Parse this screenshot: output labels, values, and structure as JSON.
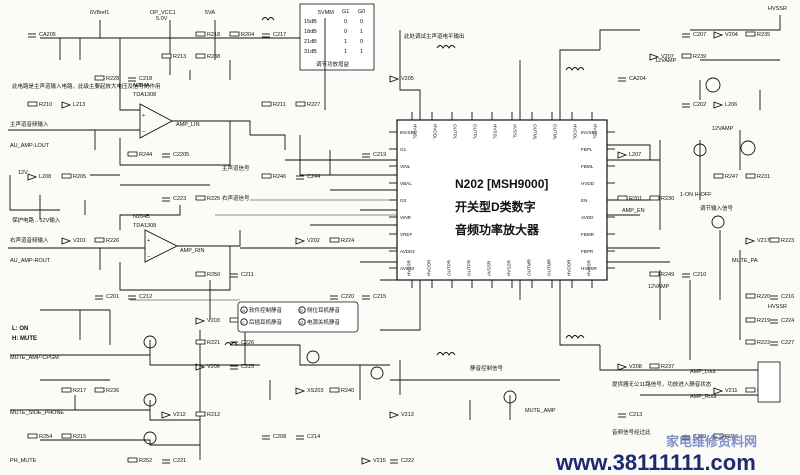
{
  "chip": {
    "ref": "N202 [MSH9000]",
    "title1": "开关型D类数字",
    "title2": "音频功率放大器",
    "left_pins": [
      "INVSEL",
      "G1",
      "VINL",
      "VBAL",
      "G0",
      "VINR",
      "VREF",
      "AVDD2",
      "AVSS2"
    ],
    "right_pins": [
      "INVSEL",
      "FBPL",
      "FBML",
      "HVDD",
      "EN",
      "AVDD",
      "FBMR",
      "FBPR",
      "HVSSR"
    ],
    "top_pins": [
      "HVSSL",
      "HVDDL",
      "OUTPL",
      "OUTPL",
      "HVSSL",
      "AVSSL",
      "OUTML",
      "OUTML",
      "HVDDL",
      "HVSSL"
    ],
    "bottom_pins": [
      "HVSSR",
      "HVDDR",
      "OUTPR",
      "OUTPR",
      "AVSSR",
      "HVSSR",
      "OUTMR",
      "OUTMR",
      "HVDDR",
      "HVSSR"
    ]
  },
  "gain_table": {
    "header": [
      "G1",
      "G0"
    ],
    "rows": [
      [
        "15dB",
        "0",
        "0"
      ],
      [
        "18dB",
        "0",
        "1"
      ],
      [
        "21dB",
        "1",
        "0"
      ],
      [
        "31dB",
        "1",
        "1"
      ]
    ],
    "caption": "调节功放增益"
  },
  "ic_left_top": {
    "ref": "N204A",
    "part": "TDA1308",
    "out": "AMP_LIN"
  },
  "ic_left_bottom": {
    "ref": "N204B",
    "part": "TDA1308",
    "out": "AMP_RIN"
  },
  "signals": {
    "l_out": "AU_AMP-LOUT",
    "r_out": "AU_AMP-ROUT",
    "l_in_label": "主声道音频输入",
    "r_in_label": "右声道音频输入",
    "mute_cpgm": "MUTE_AMP-CPGM",
    "mute_side": "MUTE_SIDE_PHONE",
    "ph_mute": "PH_MUTE",
    "amp_en": "AMP_EN",
    "amp_lout": "AMP_Lout",
    "amp_rout": "AMP_Rout",
    "mute_pa": "MUTE_PA",
    "mute_amp": "MUTE_AMP"
  },
  "rails": {
    "v1": "6V8ref1",
    "v2": "OP_VCC1",
    "v3": "5.0V",
    "v4": "5VA",
    "v5": "5VMM",
    "v6": "12V",
    "v7": "12VAMP",
    "v8": "HVSSR",
    "v9": "HVSSR",
    "v10": "12VAMP"
  },
  "components": [
    "CA205",
    "C217",
    "R235",
    "R238",
    "R239",
    "C218",
    "CA204",
    "L213",
    "R227",
    "L206",
    "C2205",
    "L207",
    "R205",
    "C244",
    "R231",
    "R225",
    "R230",
    "R226",
    "R224",
    "R223",
    "C211",
    "C210",
    "C212",
    "C215",
    "C216",
    "R238",
    "C224",
    "C226",
    "C227",
    "C225",
    "R237",
    "R236",
    "R240",
    "R242",
    "R212",
    "C213",
    "R215",
    "C214",
    "R216",
    "C221",
    "C222",
    "R204",
    "V204",
    "R213",
    "V207",
    "R228",
    "V205",
    "R210",
    "R211",
    "C202",
    "R244",
    "C219",
    "L208",
    "R246",
    "R247",
    "C223",
    "R201",
    "V201",
    "V202",
    "V217",
    "R250",
    "R249",
    "C201",
    "C220",
    "R220",
    "V203",
    "R219",
    "R221",
    "R222",
    "V206",
    "V208",
    "R217",
    "XS203",
    "V211",
    "V212",
    "V213",
    "R254",
    "C208",
    "C209",
    "R252",
    "V215",
    "R218",
    "C207"
  ],
  "notes": {
    "n1": "此电路是主声道输入电路，此级主要起放大电压及信号的作用",
    "n2": "保护电路→12V输入",
    "n3": "提供器无公11路信号，功放进入静音状态",
    "n4": "音频信号经过此",
    "n5": "静音控制信号",
    "n6": "此处调试主声道电平输出",
    "n7": "L: ON",
    "n8": "H: MUTE",
    "n9": "1-ON H-OFF",
    "n10": "调节输入信号",
    "n11": "主声道信号",
    "n12": "右声道信号",
    "n13": "12VAMP"
  },
  "legend": [
    {
      "mark": "a",
      "text": "软件控制静音"
    },
    {
      "mark": "b",
      "text": "侧位耳机静音"
    },
    {
      "mark": "c",
      "text": "后插耳机静音"
    },
    {
      "mark": "d",
      "text": "电源关机静音"
    }
  ],
  "watermark": {
    "text": "www.38111111.com",
    "logo": "家电维修资料网"
  }
}
